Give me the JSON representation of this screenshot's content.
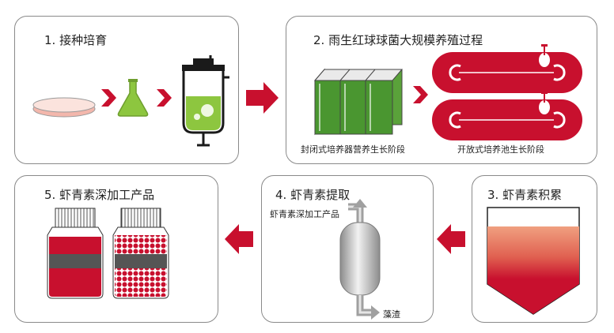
{
  "steps": [
    {
      "title": "1. 接种培育"
    },
    {
      "title": "2. 雨生红球球菌大规模养殖过程",
      "sublabels": [
        "封闭式培养器营养生长阶段",
        "开放式培养池生长阶段"
      ]
    },
    {
      "title": "3. 虾青素积累"
    },
    {
      "title": "4. 虾青素提取",
      "labels": [
        "虾青素深加工产品",
        "藻渣"
      ]
    },
    {
      "title": "5. 虾青素深加工产品"
    }
  ],
  "colors": {
    "accent_red": "#c8102e",
    "green": "#3f8a2e",
    "light_green": "#8dc63f",
    "panel_border": "#8a8a8a",
    "grey": "#8c8c8c",
    "salmon": "#f0a080"
  }
}
